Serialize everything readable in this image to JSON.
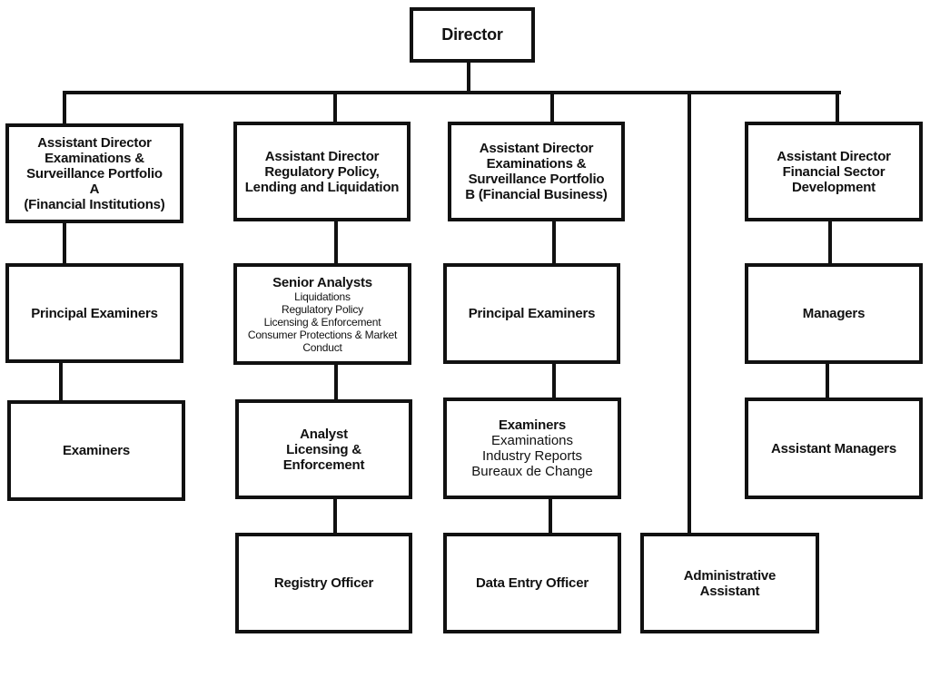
{
  "director": {
    "title": "Director"
  },
  "column_a": {
    "head": "Assistant Director\nExaminations &\nSurveillance Portfolio\nA\n(Financial Institutions)",
    "level2": "Principal Examiners",
    "level3": "Examiners"
  },
  "column_b": {
    "head": "Assistant Director\nRegulatory Policy,\nLending and Liquidation",
    "level2_title": "Senior Analysts",
    "level2_items": "Liquidations\nRegulatory Policy\nLicensing & Enforcement\nConsumer Protections & Market\nConduct",
    "level3": "Analyst\nLicensing &\nEnforcement",
    "level4": "Registry Officer"
  },
  "column_c": {
    "head": "Assistant Director\nExaminations &\nSurveillance Portfolio\nB (Financial Business)",
    "level2": "Principal Examiners",
    "level3_title": "Examiners",
    "level3_items": "Examinations\nIndustry Reports\nBureaux de Change",
    "level4": "Data Entry Officer"
  },
  "admin": {
    "title": "Administrative\nAssistant"
  },
  "column_e": {
    "head": "Assistant Director\nFinancial Sector\nDevelopment",
    "level2": "Managers",
    "level3": "Assistant Managers"
  }
}
